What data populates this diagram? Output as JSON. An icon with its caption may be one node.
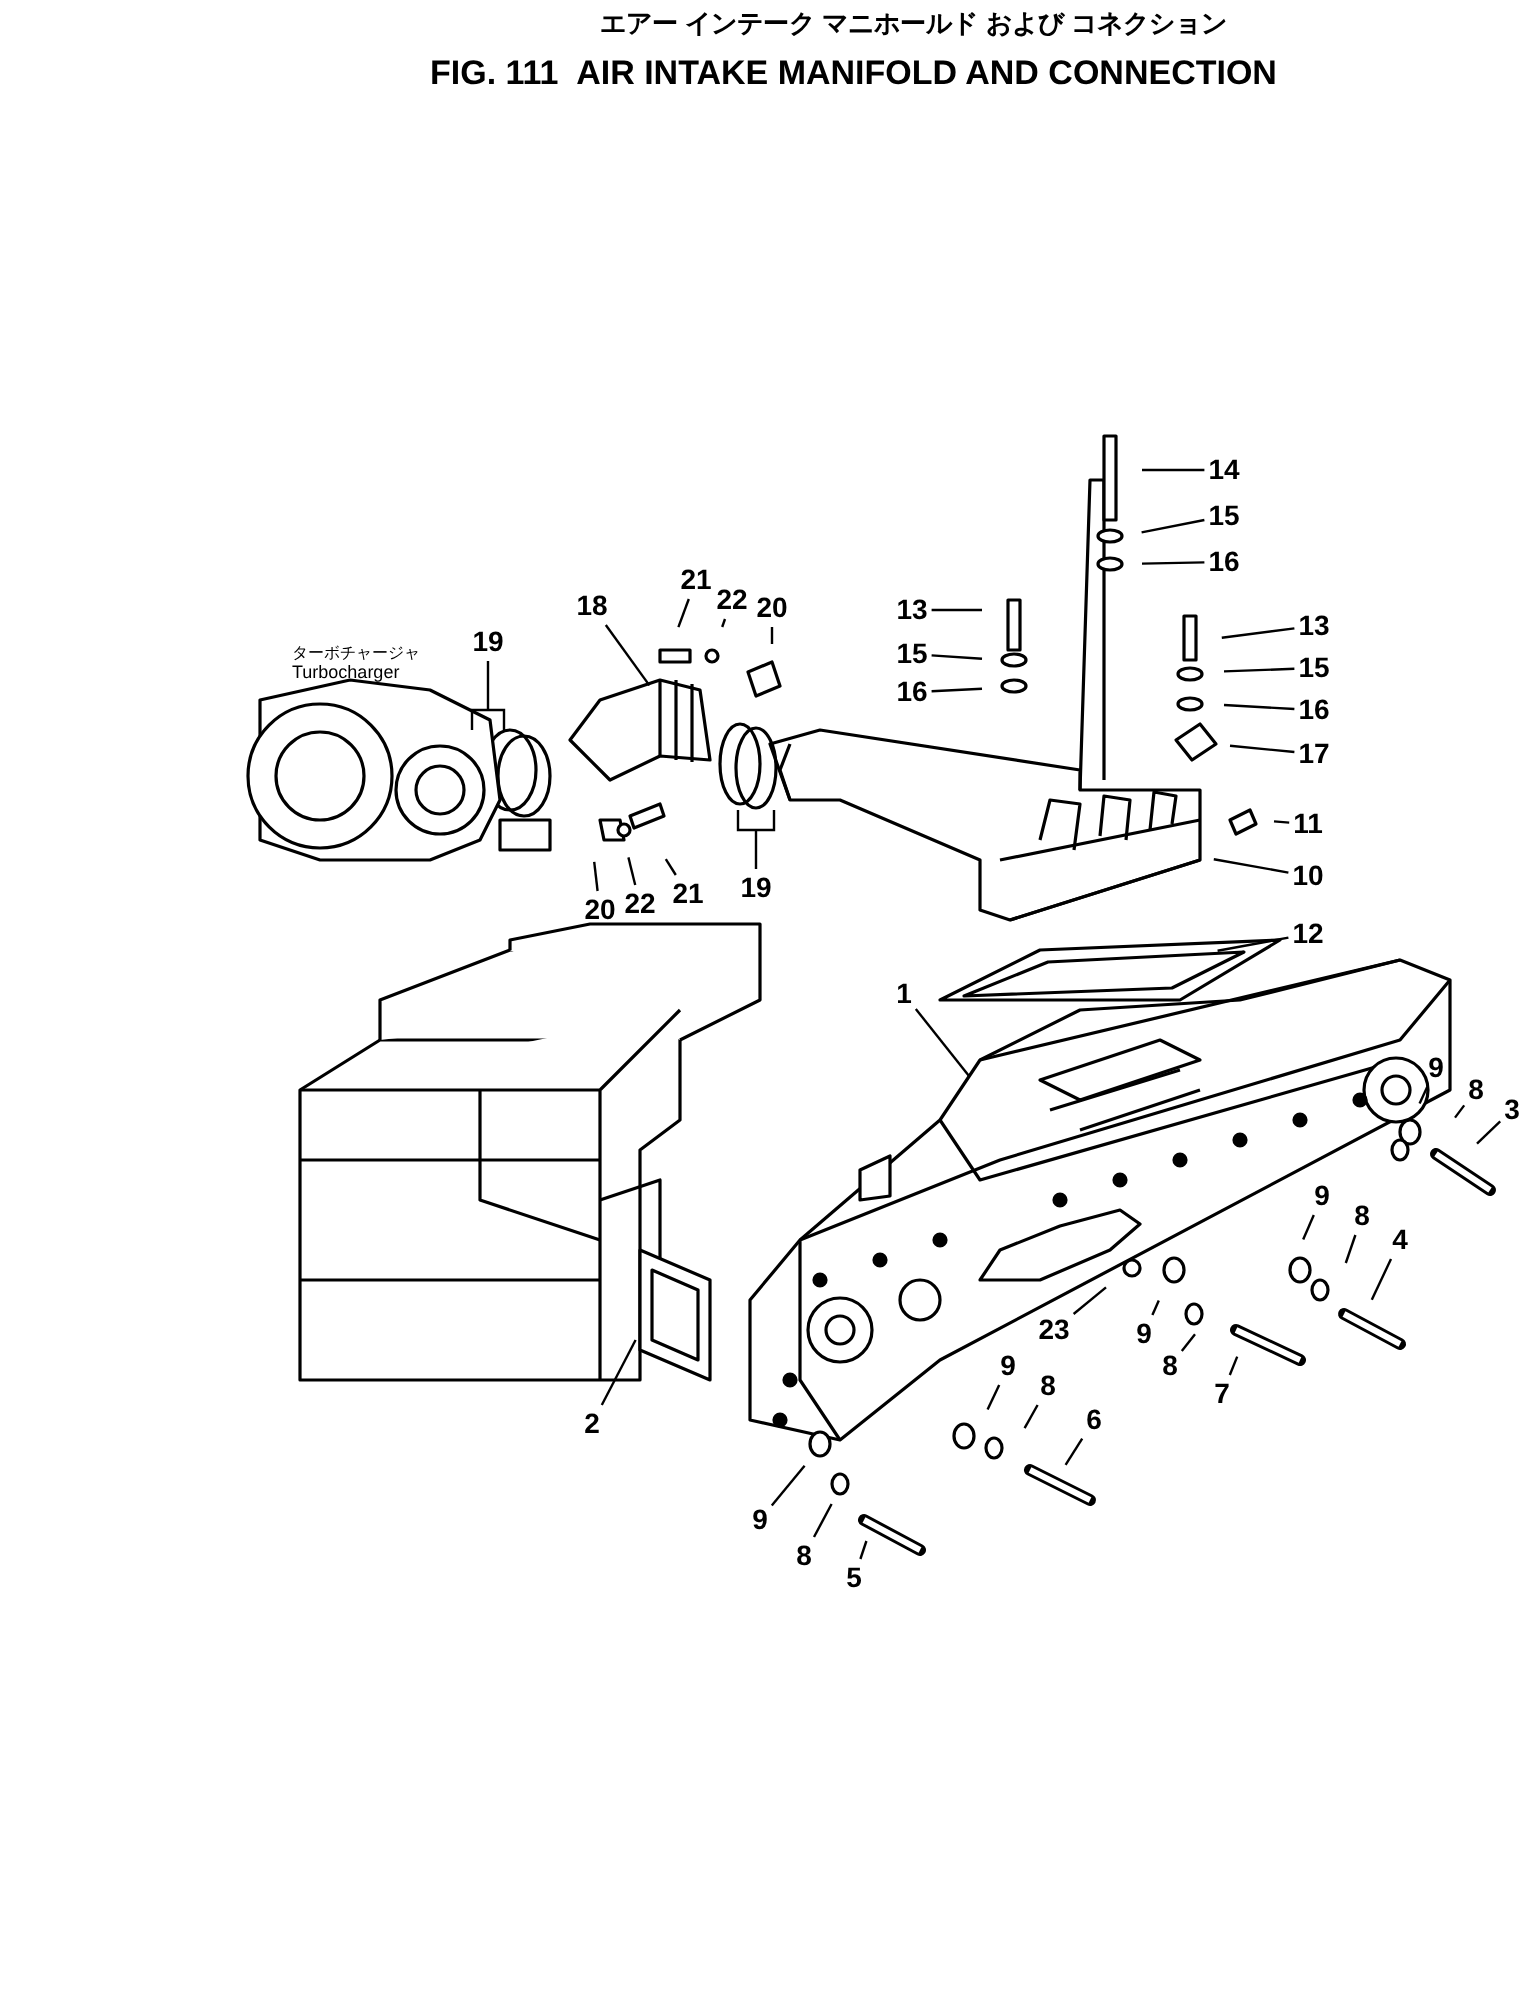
{
  "diagram": {
    "title": "FIG. 111  AIR INTAKE MANIFOLD AND CONNECTION",
    "nodes": [
      {
        "text": [
          "14"
        ]
      },
      {
        "text": [
          "15"
        ]
      },
      {
        "text": [
          "16"
        ]
      },
      {
        "text": [
          "13"
        ]
      },
      {
        "text": [
          "15"
        ]
      },
      {
        "text": [
          "16"
        ]
      },
      {
        "text": [
          "13"
        ]
      },
      {
        "text": [
          "15"
        ]
      },
      {
        "text": [
          "16"
        ]
      },
      {
        "text": [
          "17"
        ]
      },
      {
        "text": [
          "11"
        ]
      },
      {
        "text": [
          "10"
        ]
      },
      {
        "text": [
          "12"
        ]
      },
      {
        "text": [
          "18"
        ]
      },
      {
        "text": [
          "21"
        ]
      },
      {
        "text": [
          "22"
        ]
      },
      {
        "text": [
          "20"
        ]
      },
      {
        "text": [
          "19"
        ]
      },
      {
        "text": [
          "19"
        ]
      },
      {
        "text": [
          "20"
        ]
      },
      {
        "text": [
          "22"
        ]
      },
      {
        "text": [
          "21"
        ]
      },
      {
        "text": [
          "1"
        ]
      },
      {
        "text": [
          "2"
        ]
      },
      {
        "text": [
          "9"
        ]
      },
      {
        "text": [
          "8"
        ]
      },
      {
        "text": [
          "3"
        ]
      },
      {
        "text": [
          "9"
        ]
      },
      {
        "text": [
          "8"
        ]
      },
      {
        "text": [
          "4"
        ]
      },
      {
        "text": [
          "23"
        ]
      },
      {
        "text": [
          "9"
        ]
      },
      {
        "text": [
          "8"
        ]
      },
      {
        "text": [
          "7"
        ]
      },
      {
        "text": [
          "9"
        ]
      },
      {
        "text": [
          "8"
        ]
      },
      {
        "text": [
          "6"
        ]
      },
      {
        "text": [
          "9"
        ]
      },
      {
        "text": [
          "8"
        ]
      },
      {
        "text": [
          "5"
        ]
      }
    ],
    "edges": [
      {
        "from": 0,
        "to": null,
        "arrow": "none"
      },
      {
        "from": 1,
        "to": null,
        "arrow": "none"
      },
      {
        "from": 2,
        "to": null,
        "arrow": "none"
      },
      {
        "from": 3,
        "to": null,
        "arrow": "none"
      },
      {
        "from": 4,
        "to": null,
        "arrow": "none"
      },
      {
        "from": 5,
        "to": null,
        "arrow": "none"
      },
      {
        "from": 6,
        "to": null,
        "arrow": "none"
      },
      {
        "from": 7,
        "to": null,
        "arrow": "none"
      },
      {
        "from": 8,
        "to": null,
        "arrow": "none"
      },
      {
        "from": 9,
        "to": null,
        "arrow": "none"
      },
      {
        "from": 10,
        "to": null,
        "arrow": "none"
      },
      {
        "from": 11,
        "to": null,
        "arrow": "none"
      },
      {
        "from": 12,
        "to": null,
        "arrow": "none"
      },
      {
        "from": 13,
        "to": null,
        "arrow": "none"
      },
      {
        "from": 14,
        "to": null,
        "arrow": "none"
      },
      {
        "from": 15,
        "to": null,
        "arrow": "none"
      },
      {
        "from": 16,
        "to": null,
        "arrow": "none"
      },
      {
        "from": 17,
        "to": null,
        "arrow": "none"
      },
      {
        "from": 18,
        "to": null,
        "arrow": "none"
      },
      {
        "from": 19,
        "to": null,
        "arrow": "none"
      },
      {
        "from": 20,
        "to": null,
        "arrow": "none"
      },
      {
        "from": 21,
        "to": null,
        "arrow": "none"
      },
      {
        "from": 22,
        "to": null,
        "arrow": "none"
      },
      {
        "from": 23,
        "to": null,
        "arrow": "none"
      },
      {
        "from": 24,
        "to": null,
        "arrow": "none"
      },
      {
        "from": 25,
        "to": null,
        "arrow": "none"
      },
      {
        "from": 26,
        "to": null,
        "arrow": "none"
      },
      {
        "from": 27,
        "to": null,
        "arrow": "none"
      },
      {
        "from": 28,
        "to": null,
        "arrow": "none"
      },
      {
        "from": 29,
        "to": null,
        "arrow": "none"
      },
      {
        "from": 30,
        "to": null,
        "arrow": "none"
      },
      {
        "from": 31,
        "to": null,
        "arrow": "none"
      },
      {
        "from": 32,
        "to": null,
        "arrow": "none"
      },
      {
        "from": 33,
        "to": null,
        "arrow": "none"
      },
      {
        "from": 34,
        "to": null,
        "arrow": "none"
      },
      {
        "from": 35,
        "to": null,
        "arrow": "none"
      },
      {
        "from": 36,
        "to": null,
        "arrow": "none"
      },
      {
        "from": 37,
        "to": null,
        "arrow": "none"
      },
      {
        "from": 38,
        "to": null,
        "arrow": "none"
      },
      {
        "from": 39,
        "to": null,
        "arrow": "none"
      }
    ],
    "labels": [
      "エアー インテーク マニホールド および コネクション",
      "ターボチャージャ",
      "Turbocharger"
    ]
  }
}
